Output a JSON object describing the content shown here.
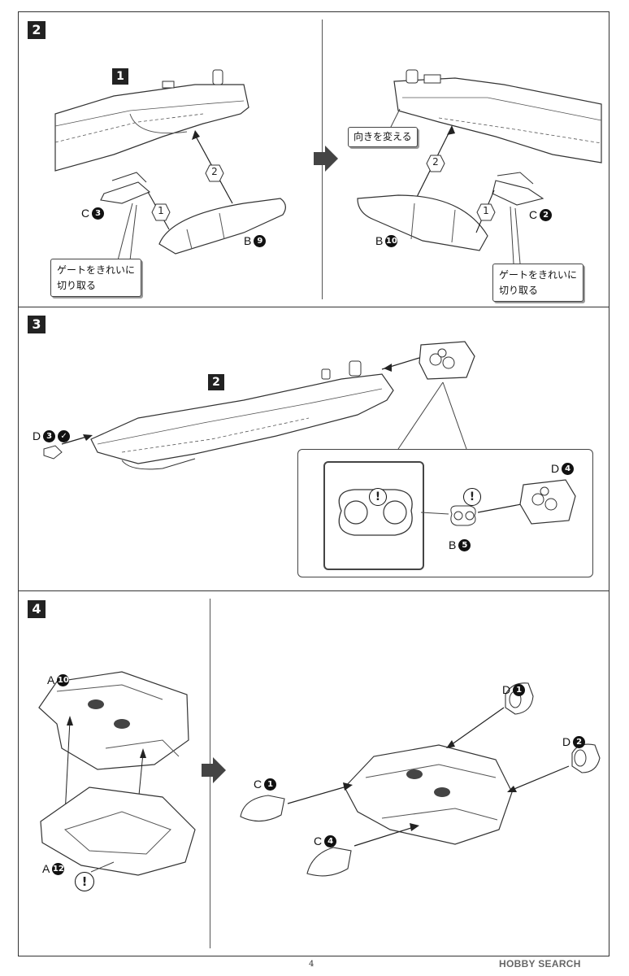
{
  "steps": [
    {
      "number": "2"
    },
    {
      "number": "3"
    },
    {
      "number": "4"
    }
  ],
  "markers": {
    "ref_step_1": "1",
    "ref_step_2": "2",
    "order_1": "1",
    "order_2": "2"
  },
  "step2": {
    "left_parts": [
      {
        "prefix": "C",
        "num": "3"
      },
      {
        "prefix": "B",
        "num": "9"
      }
    ],
    "right_parts": [
      {
        "prefix": "B",
        "num": "10"
      },
      {
        "prefix": "C",
        "num": "2"
      }
    ],
    "note_gate": [
      "ゲートをきれいに",
      "切り取る"
    ],
    "note_rotate": "向きを変える"
  },
  "step3": {
    "parts": [
      {
        "prefix": "D",
        "num": "3"
      },
      {
        "prefix": "D",
        "num": "4"
      },
      {
        "prefix": "B",
        "num": "5"
      }
    ],
    "caution": "!"
  },
  "step4": {
    "parts": [
      {
        "prefix": "A",
        "num": "10"
      },
      {
        "prefix": "A",
        "num": "12"
      },
      {
        "prefix": "C",
        "num": "1"
      },
      {
        "prefix": "C",
        "num": "4"
      },
      {
        "prefix": "D",
        "num": "1"
      },
      {
        "prefix": "D",
        "num": "2"
      }
    ],
    "caution": "!"
  },
  "footer": {
    "page_number": "4",
    "watermark": "HOBBY SEARCH"
  }
}
